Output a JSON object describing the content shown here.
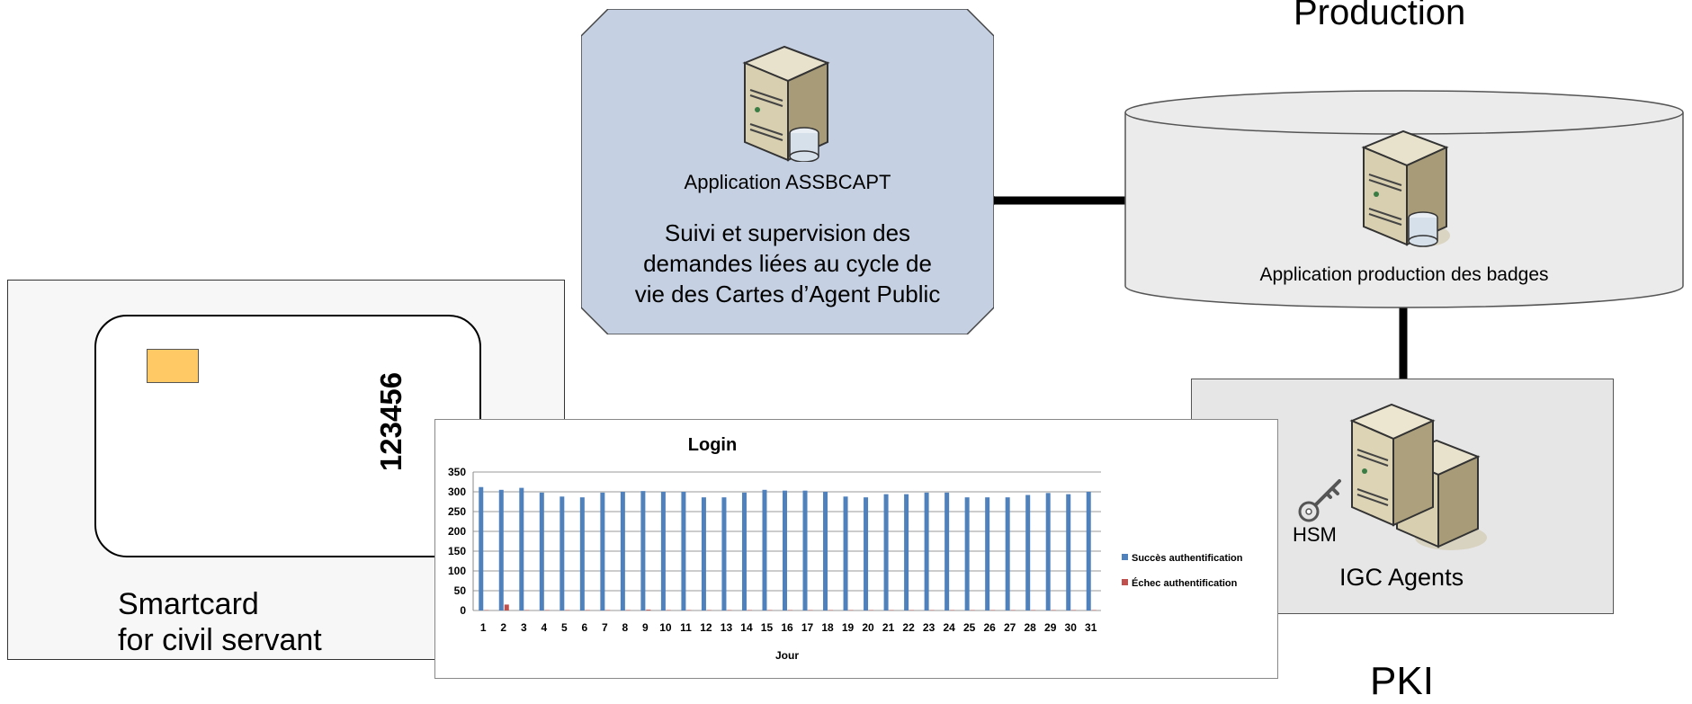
{
  "production_title": "Production",
  "pki_title": "PKI",
  "assbcapt": {
    "title": "Application ASSBCAPT",
    "description_lines": [
      "Suivi et supervision des",
      "demandes liées au cycle de",
      "vie des Cartes d’Agent Public"
    ],
    "fill_color": "#C5D0E2"
  },
  "production_db": {
    "label": "Application production des badges",
    "fill_color": "#EBEBEB"
  },
  "igc": {
    "label": "IGC Agents",
    "hsm_label": "HSM",
    "fill_color": "#E6E6E6"
  },
  "smartcard": {
    "number": "123456",
    "caption_lines": [
      "Smartcard",
      "for civil servant"
    ],
    "chip_color": "#FFC966"
  },
  "chart_data": {
    "type": "bar",
    "title": "Login",
    "xlabel": "Jour",
    "ylabel": "",
    "ylim": [
      0,
      350
    ],
    "yticks": [
      0,
      50,
      100,
      150,
      200,
      250,
      300,
      350
    ],
    "categories": [
      "1",
      "2",
      "3",
      "4",
      "5",
      "6",
      "7",
      "8",
      "9",
      "10",
      "11",
      "12",
      "13",
      "14",
      "15",
      "16",
      "17",
      "18",
      "19",
      "20",
      "21",
      "22",
      "23",
      "24",
      "25",
      "26",
      "27",
      "28",
      "29",
      "30",
      "31"
    ],
    "series": [
      {
        "name": "Succès authentification",
        "color": "#4F81BD",
        "values": [
          312,
          305,
          310,
          298,
          288,
          286,
          298,
          300,
          302,
          300,
          300,
          286,
          286,
          298,
          305,
          303,
          303,
          300,
          288,
          286,
          294,
          294,
          298,
          298,
          286,
          286,
          286,
          292,
          297,
          294,
          300
        ]
      },
      {
        "name": "Échec authentification",
        "color": "#C0504D",
        "values": [
          1,
          15,
          1,
          1,
          1,
          1,
          1,
          1,
          2,
          1,
          1,
          1,
          1,
          1,
          1,
          1,
          1,
          1,
          1,
          1,
          1,
          1,
          1,
          1,
          1,
          1,
          1,
          1,
          1,
          1,
          1
        ]
      }
    ],
    "grid": true,
    "legend": "right"
  }
}
